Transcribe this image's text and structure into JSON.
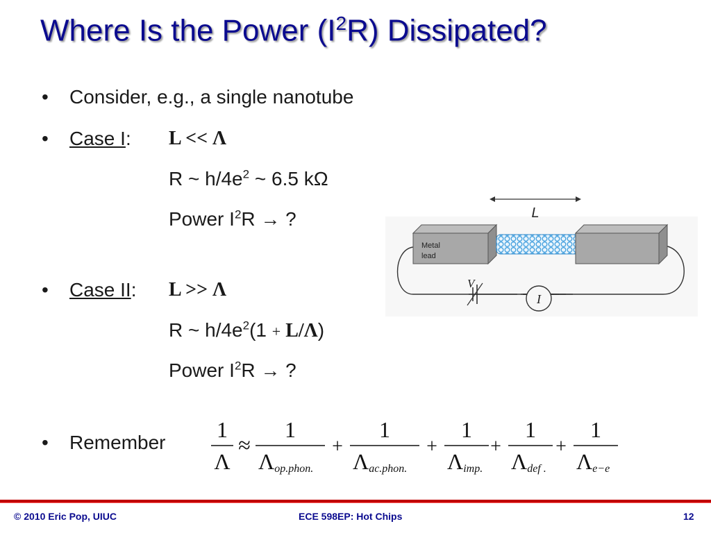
{
  "slide": {
    "title_main": "Where Is the Power (I",
    "title_sup": "2",
    "title_end": "R) Dissipated?"
  },
  "bullets": {
    "bullet_char": "•",
    "consider": "Consider, e.g., a single nanotube",
    "case1_label": "Case I",
    "case1_colon": ":",
    "case1_cond": "L << Λ",
    "case1_r_pre": "R ~ h/4e",
    "case1_r_sup": "2",
    "case1_r_post": " ~ 6.5 kΩ",
    "case1_p_pre": "Power I",
    "case1_p_sup": "2",
    "case1_p_post": "R → ?",
    "case2_label": "Case II",
    "case2_colon": ":",
    "case2_cond": "L >> Λ",
    "case2_r_pre": "R ~ h/4e",
    "case2_r_sup": "2",
    "case2_r_mid": "(1 ",
    "case2_r_plus": "+",
    "case2_r_frac": " L/Λ",
    "case2_r_post": ")",
    "case2_p_pre": "Power I",
    "case2_p_sup": "2",
    "case2_p_post": "R → ?",
    "remember": "Remember"
  },
  "diagram": {
    "length_label": "L",
    "lead_label_1": "Metal",
    "lead_label_2": "lead",
    "voltage_label": "V",
    "current_label": "I"
  },
  "formula": {
    "lhs_num": "1",
    "lhs_den": "Λ",
    "approx": "≈",
    "plus": "+",
    "terms": [
      {
        "num": "1",
        "den": "Λ",
        "sub": "op.phon."
      },
      {
        "num": "1",
        "den": "Λ",
        "sub": "ac.phon."
      },
      {
        "num": "1",
        "den": "Λ",
        "sub": "imp."
      },
      {
        "num": "1",
        "den": "Λ",
        "sub": "def ."
      },
      {
        "num": "1",
        "den": "Λ",
        "sub": "e−e"
      }
    ]
  },
  "footer": {
    "left": "© 2010 Eric Pop, UIUC",
    "center": "ECE 598EP: Hot Chips",
    "page": "12"
  },
  "colors": {
    "title": "#0b0b8f",
    "footer_bar": "#c00000",
    "nanotube": "#5aaee8"
  }
}
